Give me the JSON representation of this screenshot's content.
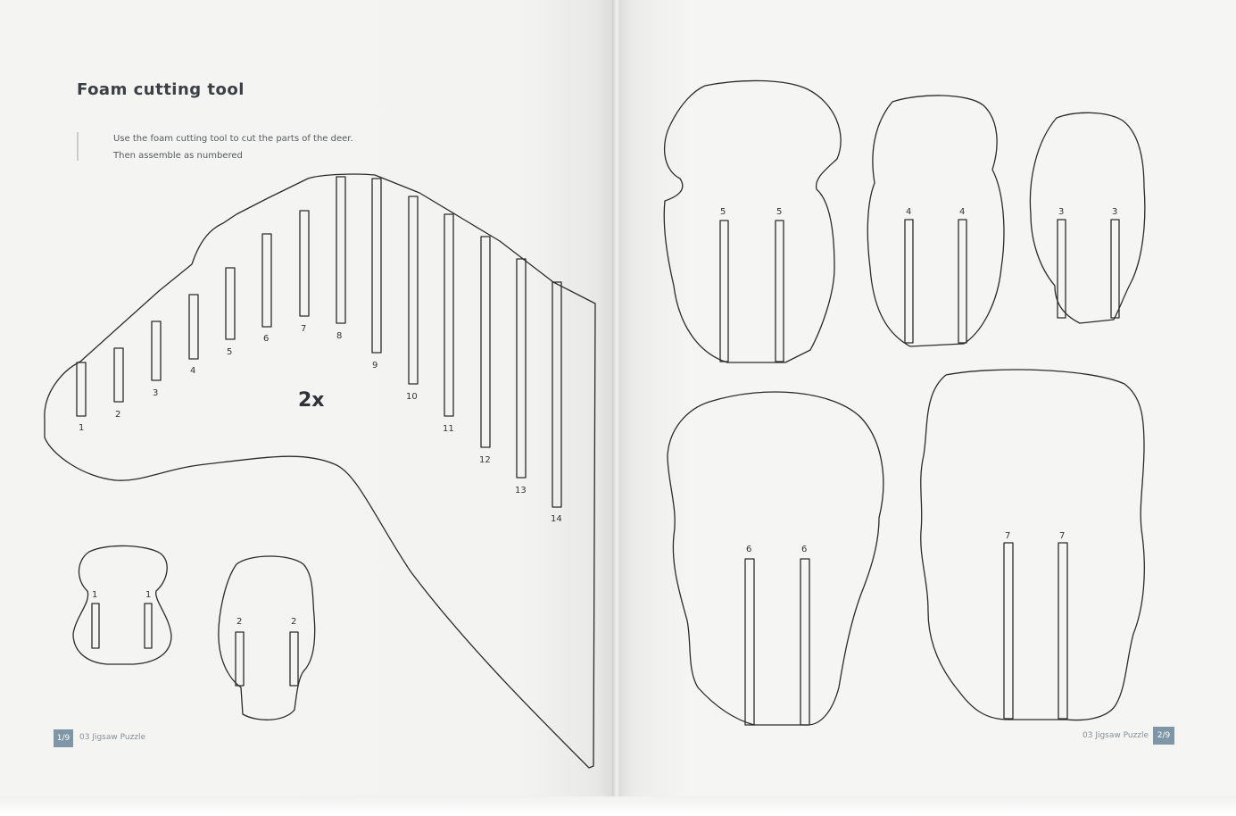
{
  "left_page": {
    "title": "Foam cutting tool",
    "instructions": [
      "Use the foam cutting tool to cut the parts of the deer.",
      "Then assemble as numbered"
    ],
    "multiplier": "2x",
    "neck_slot_numbers": [
      "1",
      "2",
      "3",
      "4",
      "5",
      "6",
      "7",
      "8",
      "9",
      "10",
      "11",
      "12",
      "13",
      "14"
    ],
    "small_piece_1_labels": [
      "1",
      "1"
    ],
    "small_piece_2_labels": [
      "2",
      "2"
    ],
    "footer": {
      "page_badge": "1/9",
      "section": "03 Jigsaw Puzzle"
    }
  },
  "right_page": {
    "piece_5_labels": [
      "5",
      "5"
    ],
    "piece_4_labels": [
      "4",
      "4"
    ],
    "piece_3_labels": [
      "3",
      "3"
    ],
    "piece_6_labels": [
      "6",
      "6"
    ],
    "piece_7_labels": [
      "7",
      "7"
    ],
    "footer": {
      "page_badge": "2/9",
      "section": "03 Jigsaw Puzzle"
    }
  },
  "colors": {
    "line": "#2b2b2b",
    "badge": "#7f96a6",
    "title": "#3a3f44"
  }
}
